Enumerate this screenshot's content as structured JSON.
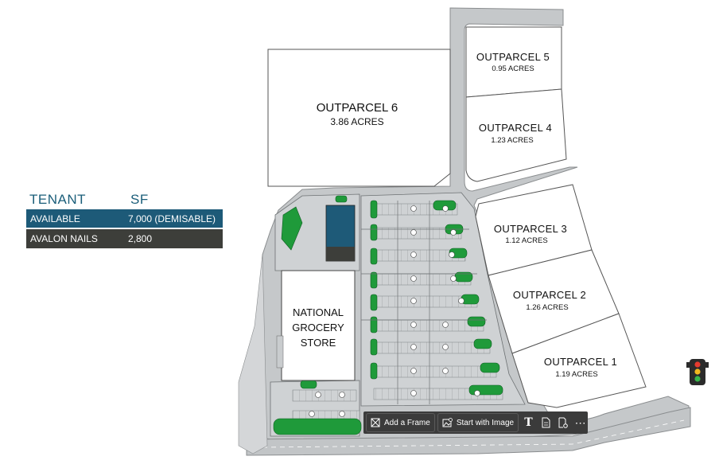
{
  "parcels": {
    "op5": {
      "name": "OUTPARCEL 5",
      "acres": "0.95 ACRES"
    },
    "op6": {
      "name": "OUTPARCEL 6",
      "acres": "3.86 ACRES"
    },
    "op4": {
      "name": "OUTPARCEL 4",
      "acres": "1.23 ACRES"
    },
    "op3": {
      "name": "OUTPARCEL 3",
      "acres": "1.12 ACRES"
    },
    "op2": {
      "name": "OUTPARCEL 2",
      "acres": "1.26 ACRES"
    },
    "op1": {
      "name": "OUTPARCEL 1",
      "acres": "1.19 ACRES"
    }
  },
  "store": {
    "line1": "NATIONAL",
    "line2": "GROCERY",
    "line3": "STORE"
  },
  "tenant_table": {
    "headers": {
      "tenant": "TENANT",
      "sf": "SF"
    },
    "rows": [
      {
        "tenant": "AVAILABLE",
        "sf": "7,000 (DEMISABLE)"
      },
      {
        "tenant": "AVALON NAILS",
        "sf": "2,800"
      }
    ]
  },
  "toolbar": {
    "add_frame": "Add a Frame",
    "start_image": "Start with Image",
    "text_icon": "T",
    "more_icon": "⋯"
  },
  "colors": {
    "available": "#1d5a78",
    "leased": "#3d3e3a",
    "landscape": "#1f9a3a",
    "road": "#b9bcbe",
    "parking": "#cfd2d4",
    "toolbar": "#3b3b3b"
  }
}
